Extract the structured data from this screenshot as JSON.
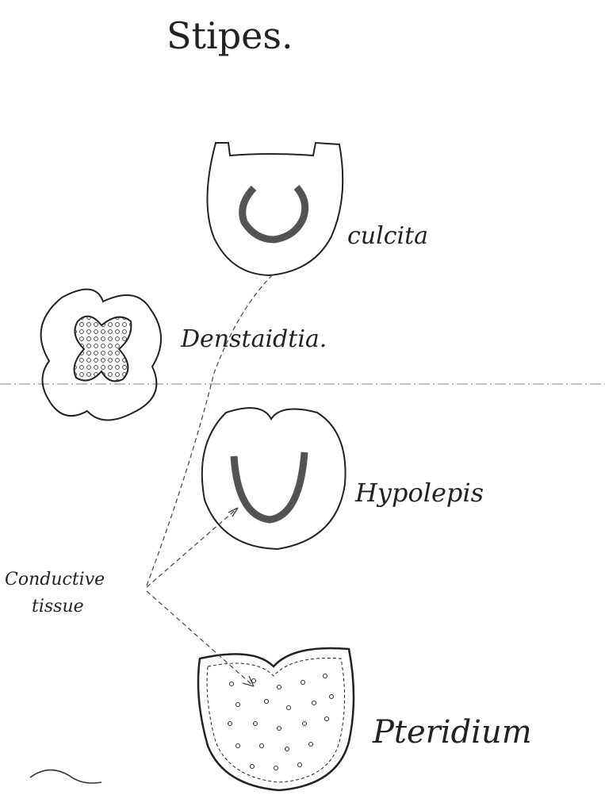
{
  "title": "Stipes.",
  "labels": {
    "culcita": "culcita",
    "dennstaedtia": "Denstaidtia.",
    "hypolepis": "Hypolepis",
    "conductive": "Conductive",
    "tissue": "tissue",
    "pteridium": "Pteridium"
  },
  "colors": {
    "ink": "#222222",
    "shade": "#666666",
    "rule": "#999999"
  }
}
